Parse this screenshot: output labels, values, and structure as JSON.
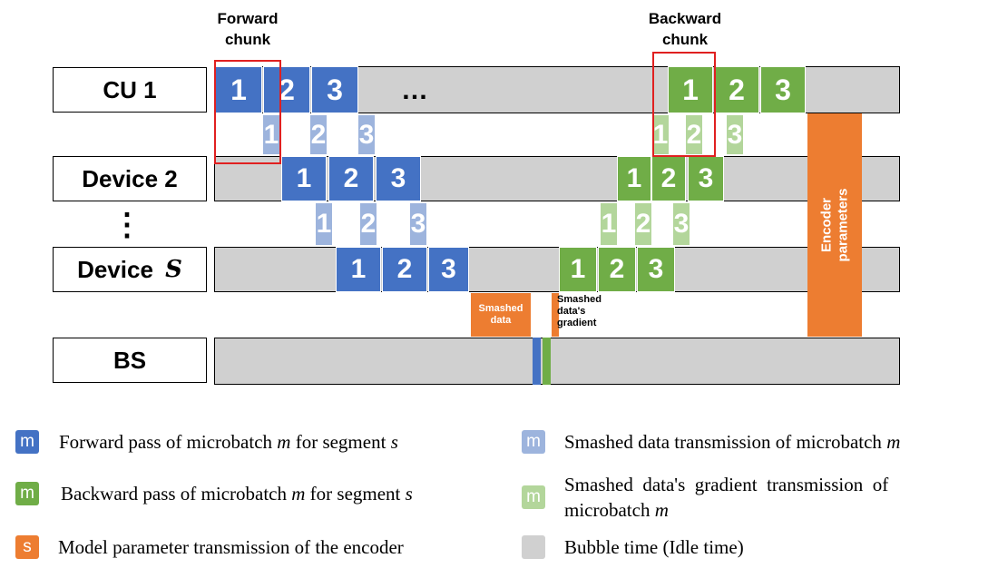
{
  "headers": {
    "forward_chunk": "Forward\nchunk",
    "backward_chunk": "Backward\nchunk"
  },
  "rows": {
    "cu1": "CU 1",
    "device2": "Device 2",
    "device_s_prefix": "Device ",
    "device_s_var": "S",
    "bs": "BS",
    "vdots": "⋮"
  },
  "ellipsis": "…",
  "microbatch_labels": [
    "1",
    "2",
    "3"
  ],
  "annotations": {
    "smashed_data": "Smashed\ndata",
    "smashed_gradient": "Smashed\ndata's\ngradient",
    "encoder_parameters": "Encoder\nparameters"
  },
  "legend": [
    {
      "icon": "m",
      "color": "#4472c4",
      "text_before": "Forward pass of microbatch ",
      "var1": "m",
      "text_mid": " for segment ",
      "var2": "s"
    },
    {
      "icon": "m",
      "color": "#70ad47",
      "text_before": "Backward pass of microbatch ",
      "var1": "m",
      "text_mid": " for segment ",
      "var2": "s"
    },
    {
      "icon": "s",
      "color": "#ed7d31",
      "text_before": "Model parameter transmission of the encoder",
      "var1": "",
      "text_mid": "",
      "var2": ""
    },
    {
      "icon": "m",
      "color": "#9db4dd",
      "text_before": "Smashed data transmission of microbatch ",
      "var1": "m",
      "text_mid": "",
      "var2": ""
    },
    {
      "icon": "m",
      "color": "#b3d69b",
      "text_before": "Smashed  data's  gradient  transmission  of",
      "line2_before": "microbatch ",
      "var1": "m",
      "text_mid": "",
      "var2": ""
    },
    {
      "icon": "",
      "color": "#d0d0d0",
      "text_before": "Bubble time (Idle time)",
      "var1": "",
      "text_mid": "",
      "var2": ""
    }
  ],
  "colors": {
    "forward": "#4472c4",
    "backward": "#70ad47",
    "forward_transmission": "#9db4dd",
    "backward_transmission": "#b3d69b",
    "encoder": "#ed7d31",
    "idle": "#d0d0d0",
    "chunk_outline": "#e02020"
  }
}
